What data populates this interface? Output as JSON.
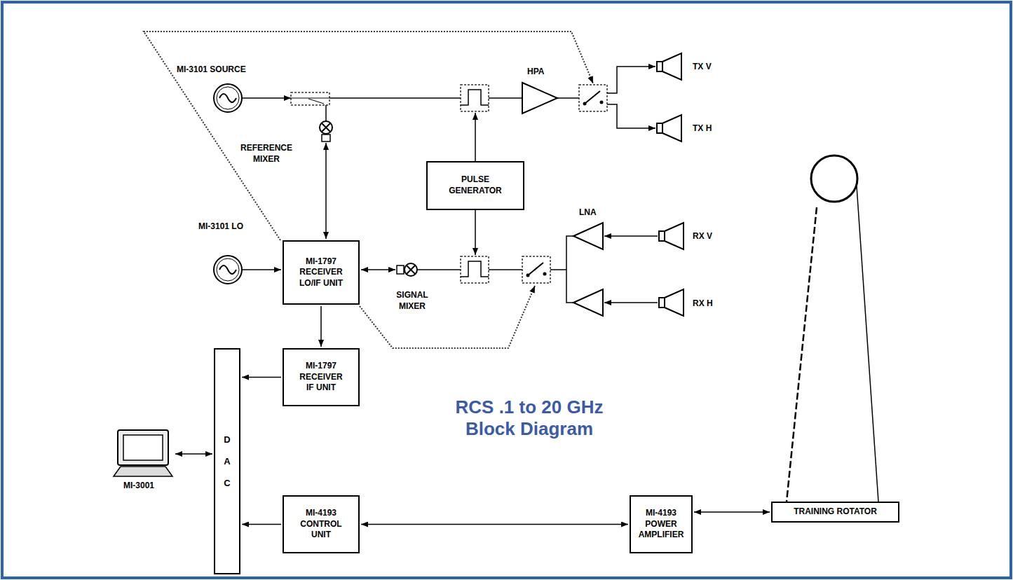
{
  "diagram": {
    "title": "RCS .1 to 20 GHz Block Diagram",
    "nodes": [
      {
        "text": [
          "MI-1797 RECEIVER LO/IF UNIT"
        ]
      },
      {
        "text": [
          "PULSE GENERATOR"
        ]
      },
      {
        "text": [
          "MI-1797 RECEIVER IF UNIT"
        ]
      },
      {
        "text": [
          "DAC"
        ]
      },
      {
        "text": [
          "MI-4193 CONTROL UNIT"
        ]
      },
      {
        "text": [
          "MI-4193 POWER AMPLIFIER"
        ]
      },
      {
        "text": [
          "TRAINING ROTATOR"
        ]
      }
    ],
    "edges": [
      {
        "from": 0,
        "to": 2,
        "arrow": "to"
      },
      {
        "from": 2,
        "to": 3,
        "arrow": "to"
      },
      {
        "from": 4,
        "to": 3,
        "arrow": "to"
      },
      {
        "from": 4,
        "to": 5,
        "arrow": "both"
      },
      {
        "from": 5,
        "to": 6,
        "arrow": "both"
      }
    ],
    "labels": [
      "MI-3101 SOURCE",
      "REFERENCE MIXER",
      "HPA",
      "TX V",
      "TX H",
      "MI-3101 LO",
      "SIGNAL MIXER",
      "LNA",
      "RX V",
      "RX H",
      "MI-3001"
    ]
  }
}
